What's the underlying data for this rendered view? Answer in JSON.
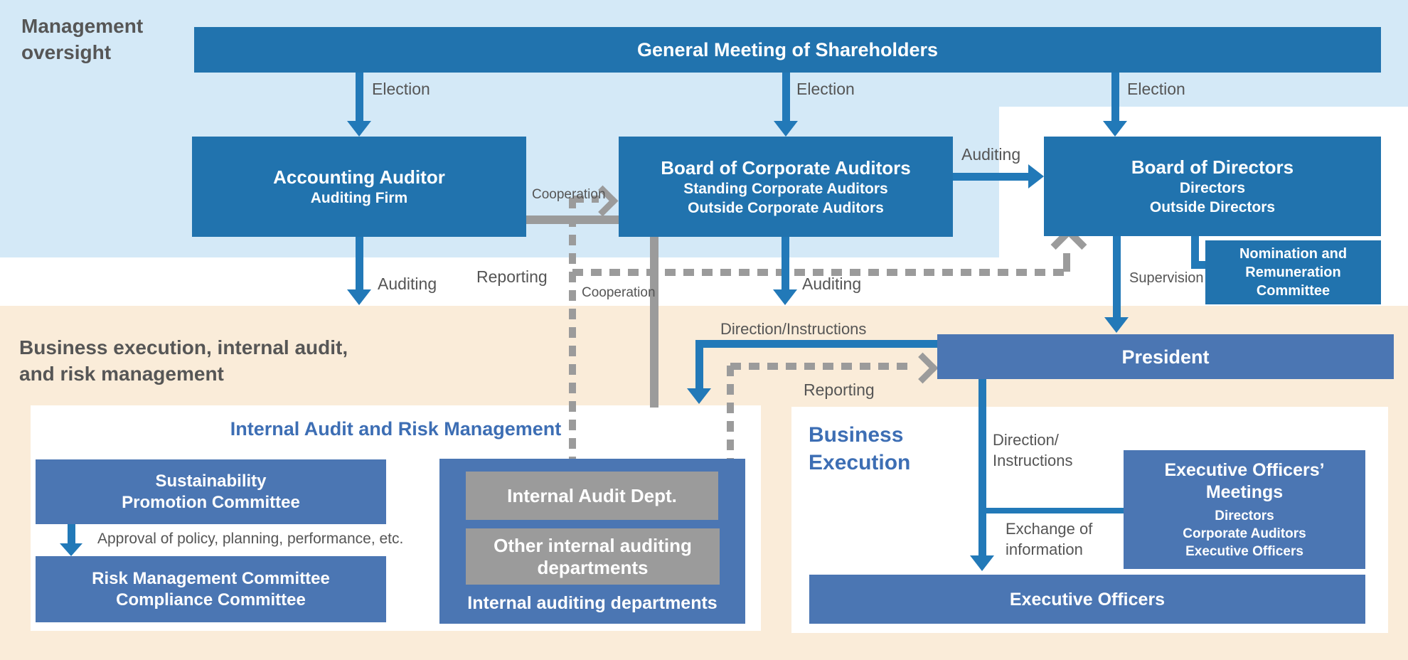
{
  "palette": {
    "background_light_blue": "#d4e9f7",
    "background_cream": "#faecd9",
    "box_dark_blue": "#2173ae",
    "box_medium_blue": "#4b76b3",
    "box_gray": "#9b9b9b",
    "arrow_blue": "#2279b8",
    "arrow_gray": "#9b9b9b",
    "label_gray": "#555555",
    "panel_title_blue": "#3d6eb4"
  },
  "section_labels": {
    "management_oversight_line1": "Management",
    "management_oversight_line2": "oversight",
    "business_area_line1": "Business execution, internal audit,",
    "business_area_line2": "and risk management"
  },
  "panels": {
    "internal_audit": {
      "title": "Internal Audit and Risk Management"
    },
    "business_execution": {
      "title_line1": "Business",
      "title_line2": "Execution"
    }
  },
  "boxes": {
    "general_meeting": {
      "title": "General Meeting of Shareholders"
    },
    "accounting_auditor": {
      "title": "Accounting Auditor",
      "subtitle": "Auditing Firm"
    },
    "board_corporate_auditors": {
      "title": "Board of Corporate Auditors",
      "line1": "Standing Corporate Auditors",
      "line2": "Outside Corporate Auditors"
    },
    "board_directors": {
      "title": "Board of Directors",
      "line1": "Directors",
      "line2": "Outside Directors"
    },
    "nomination_committee": {
      "line1": "Nomination and",
      "line2": "Remuneration",
      "line3": "Committee"
    },
    "president": {
      "title": "President"
    },
    "sustainability_committee": {
      "line1": "Sustainability",
      "line2": "Promotion Committee"
    },
    "risk_compliance": {
      "line1": "Risk Management Committee",
      "line2": "Compliance Committee"
    },
    "internal_auditing_container": {
      "label": "Internal auditing departments"
    },
    "internal_audit_dept": {
      "title": "Internal Audit Dept."
    },
    "other_internal_auditing": {
      "line1": "Other internal auditing",
      "line2": "departments"
    },
    "executive_officers_meetings": {
      "title_line1": "Executive Officers’",
      "title_line2": "Meetings",
      "line1": "Directors",
      "line2": "Corporate Auditors",
      "line3": "Executive Officers"
    },
    "executive_officers": {
      "title": "Executive Officers"
    }
  },
  "edge_labels": {
    "election_accounting": "Election",
    "election_auditors": "Election",
    "election_directors": "Election",
    "auditing_from_accounting": "Auditing",
    "auditing_from_board_auditors": "Auditing",
    "auditing_to_directors": "Auditing",
    "cooperation_solid": "Cooperation",
    "cooperation_dashed": "Cooperation",
    "reporting_to_directors": "Reporting",
    "reporting_to_president": "Reporting",
    "supervision": "Supervision",
    "direction_instructions_to_internal_audit": "Direction/Instructions",
    "direction_instructions_to_officers_line1": "Direction/",
    "direction_instructions_to_officers_line2": "Instructions",
    "exchange_line1": "Exchange of",
    "exchange_line2": "information",
    "approval": "Approval of policy, planning, performance, etc."
  }
}
